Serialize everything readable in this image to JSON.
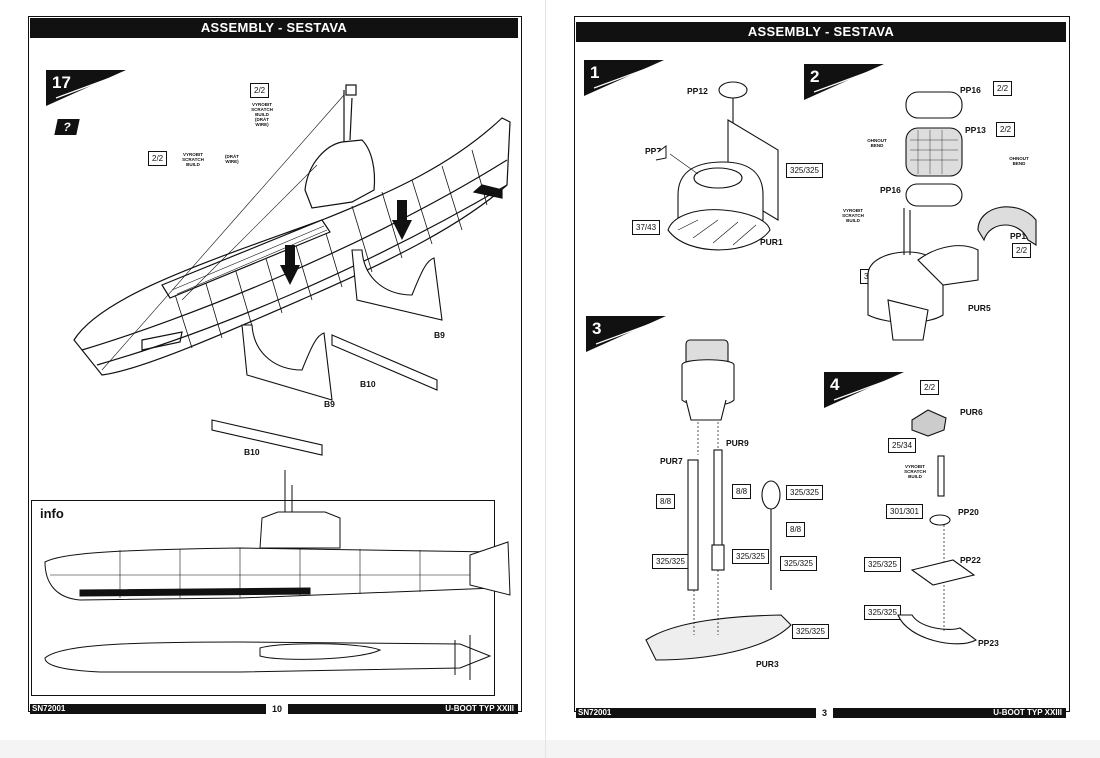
{
  "left_page": {
    "header": "ASSEMBLY - SESTAVA",
    "step": "17",
    "help_mark": "?",
    "tags": [
      "2/2",
      "2/2"
    ],
    "scratch_build_tower": "VYROBIT\nSCRATCH\nBUILD\n(DRÁT\nWIRE)",
    "scratch_build_side": "VYROBIT\nSCRATCH\nBUILD",
    "wire_side": "(DRÁT\nWIRE)",
    "parts": {
      "b9_right": "B9",
      "b10_right": "B10",
      "b9_left": "B9",
      "b10_left": "B10"
    },
    "info_title": "info",
    "footer": {
      "code": "SN72001",
      "page": "10",
      "model": "U-BOOT TYP XXIII"
    }
  },
  "right_page": {
    "header": "ASSEMBLY - SESTAVA",
    "step1": {
      "num": "1",
      "pp12": "PP12",
      "pp7": "PP7",
      "tag_a": "325/325",
      "tag_b": "37/43",
      "pur1": "PUR1"
    },
    "step2": {
      "num": "2",
      "pp16_top": "PP16",
      "tag_top": "2/2",
      "pp13": "PP13",
      "tag_mid": "2/2",
      "bend_left": "OHNOUT\nBEND",
      "bend_right": "OHNOUT\nBEND",
      "pp16_low": "PP16",
      "scratch": "VYROBIT\nSCRATCH\nBUILD",
      "pp11": "PP11",
      "tag_pp11": "2/2",
      "tag_low": "325/325",
      "pur5": "PUR5"
    },
    "step3": {
      "num": "3",
      "pur9": "PUR9",
      "pur7": "PUR7",
      "tag_88a": "8/8",
      "tag_88b": "8/8",
      "tag_88c": "8/8",
      "tag_325a": "325/325",
      "tag_325b": "325/325",
      "tag_325c": "325/325",
      "tag_325d": "325/325",
      "tag_325e": "325/325",
      "pur3": "PUR3"
    },
    "step4": {
      "num": "4",
      "tag_22": "2/2",
      "pur6": "PUR6",
      "tag_2534": "25/34",
      "scratch": "VYROBIT\nSCRATCH\nBUILD",
      "tag_301": "301/301",
      "pp20": "PP20",
      "tag_325a": "325/325",
      "pp22": "PP22",
      "tag_325b": "325/325",
      "pp23": "PP23"
    },
    "footer": {
      "code": "SN72001",
      "page": "3",
      "model": "U-BOOT TYP XXIII"
    }
  }
}
